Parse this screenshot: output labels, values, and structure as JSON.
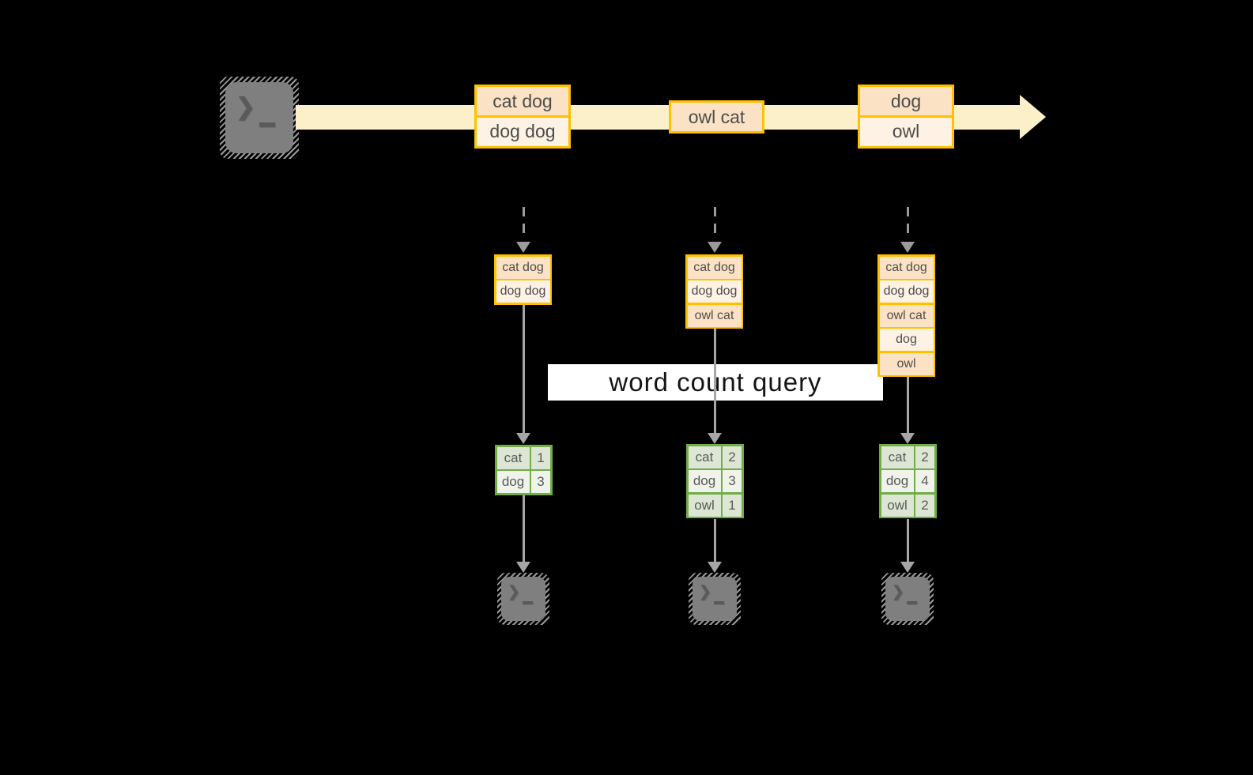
{
  "query": {
    "label": "word count query"
  },
  "prompt": {
    "chevron": "❯"
  },
  "stream": {
    "events": [
      {
        "rows": [
          "cat dog",
          "dog dog"
        ]
      },
      {
        "rows": [
          "owl cat"
        ]
      },
      {
        "rows": [
          "dog",
          "owl"
        ]
      }
    ]
  },
  "columns": [
    {
      "stack": [
        "cat dog",
        "dog dog"
      ],
      "counts": [
        {
          "word": "cat",
          "count": "1"
        },
        {
          "word": "dog",
          "count": "3"
        }
      ]
    },
    {
      "stack": [
        "cat dog",
        "dog dog",
        "owl cat"
      ],
      "counts": [
        {
          "word": "cat",
          "count": "2"
        },
        {
          "word": "dog",
          "count": "3"
        },
        {
          "word": "owl",
          "count": "1"
        }
      ]
    },
    {
      "stack": [
        "cat dog",
        "dog dog",
        "owl cat",
        "dog",
        "owl"
      ],
      "counts": [
        {
          "word": "cat",
          "count": "2"
        },
        {
          "word": "dog",
          "count": "4"
        },
        {
          "word": "owl",
          "count": "2"
        }
      ]
    }
  ],
  "colors": {
    "stream_fill": "#fcf0cb",
    "box_border": "#ffc000",
    "box_fill_dark": "#fbe2c4",
    "box_fill_light": "#fdf2e3",
    "table_border": "#70ad47",
    "table_fill_dark": "#dde6d4",
    "table_fill_light": "#eff3ea",
    "arrow_gray": "#a6a6a6",
    "icon_gray": "#7f7f7f",
    "background": "#000000"
  }
}
